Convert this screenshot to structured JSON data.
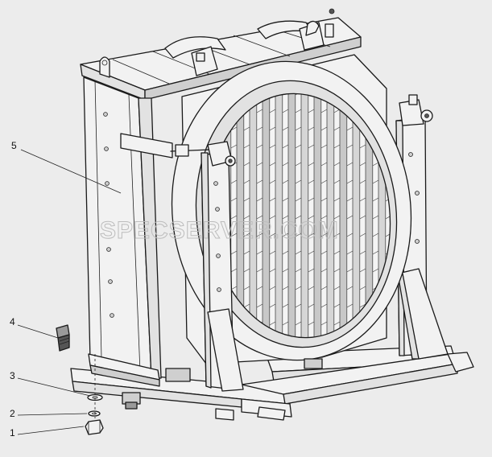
{
  "callouts": [
    {
      "id": "1",
      "label": "1"
    },
    {
      "id": "2",
      "label": "2"
    },
    {
      "id": "3",
      "label": "3"
    },
    {
      "id": "4",
      "label": "4"
    },
    {
      "id": "5",
      "label": "5"
    }
  ],
  "watermark": "SPECSERVER.COM"
}
